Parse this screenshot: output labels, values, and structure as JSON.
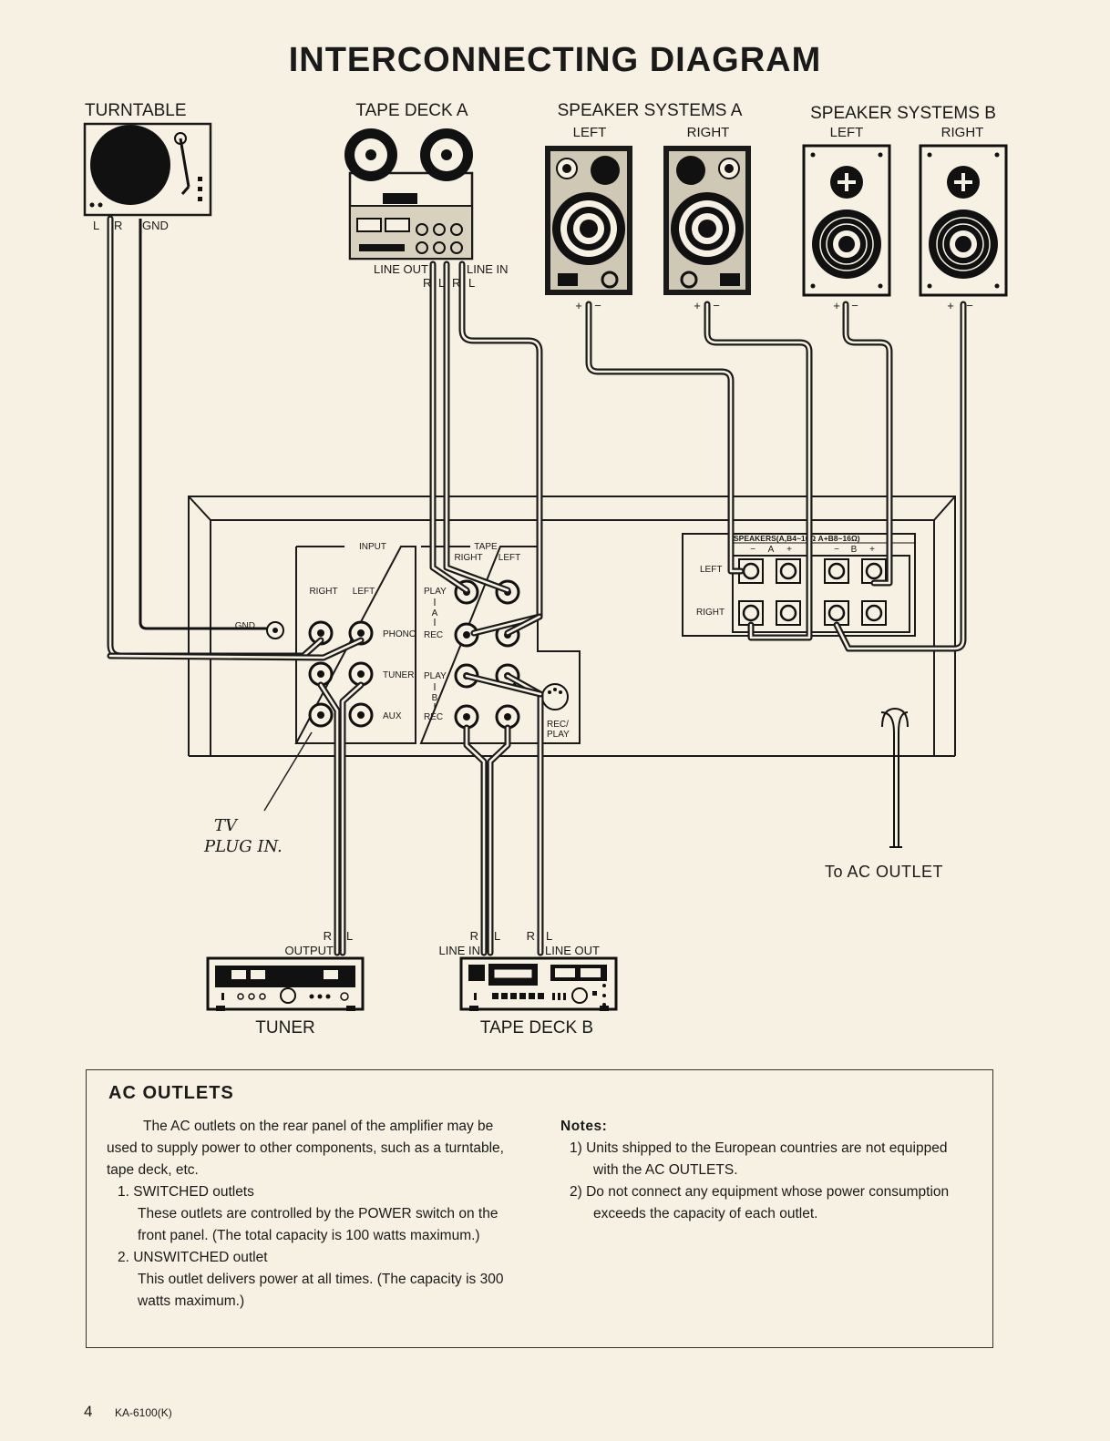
{
  "title": "INTERCONNECTING DIAGRAM",
  "devices": {
    "turntable": {
      "label": "TURNTABLE",
      "pins": [
        "L",
        "R",
        "GND"
      ]
    },
    "tape_deck_a": {
      "label": "TAPE DECK A",
      "line_out": "LINE OUT",
      "line_in": "LINE IN",
      "out_pins": [
        "R",
        "L"
      ],
      "in_pins": [
        "R",
        "L"
      ]
    },
    "speakers_a": {
      "label": "SPEAKER SYSTEMS A",
      "left": "LEFT",
      "right": "RIGHT"
    },
    "speakers_b": {
      "label": "SPEAKER SYSTEMS B",
      "left": "LEFT",
      "right": "RIGHT"
    },
    "tuner": {
      "label": "TUNER",
      "output": "OUTPUT",
      "pins": [
        "R",
        "L"
      ]
    },
    "tape_deck_b": {
      "label": "TAPE DECK B",
      "line_in": "LINE IN",
      "line_out": "LINE OUT",
      "in_pins": [
        "R",
        "L"
      ],
      "out_pins": [
        "R",
        "L"
      ]
    }
  },
  "amplifier": {
    "input_header": "INPUT",
    "input_right": "RIGHT",
    "input_left": "LEFT",
    "gnd": "GND",
    "phono": "PHONO",
    "tuner": "TUNER",
    "aux": "AUX",
    "tape_header": "TAPE",
    "tape_right": "RIGHT",
    "tape_left": "LEFT",
    "play": "PLAY",
    "rec": "REC",
    "deck_a": "A",
    "deck_b": "B",
    "rec_play": [
      "REC/",
      "PLAY"
    ],
    "speakers_header": "SPEAKERS(A,B4~16Ω A+B8~16Ω)",
    "spk_a": "A",
    "spk_b": "B",
    "plus": "+",
    "minus": "−",
    "spk_left": "LEFT",
    "spk_right": "RIGHT"
  },
  "annotations": {
    "handwritten": [
      "TV",
      "PLUG IN."
    ],
    "ac_outlet": "To AC  OUTLET"
  },
  "ac_outlets": {
    "title": "AC OUTLETS",
    "intro": "The AC outlets on the rear panel of the amplifier may be used to supply power to other components, such as a turntable, tape deck, etc.",
    "items": [
      {
        "title": "1.  SWITCHED outlets",
        "body": "These outlets are controlled by the POWER switch on the front panel. (The total capacity is 100 watts maximum.)"
      },
      {
        "title": "2.  UNSWITCHED outlet",
        "body": "This outlet delivers power at all times. (The capacity is 300 watts maximum.)"
      }
    ],
    "notes_title": "Notes:",
    "notes": [
      "1)  Units shipped to the European countries are not equipped with the AC OUTLETS.",
      "2)  Do not connect any equipment whose power consumption exceeds the capacity of each outlet."
    ]
  },
  "footer": {
    "page": "4",
    "model": "KA-6100(K)"
  }
}
